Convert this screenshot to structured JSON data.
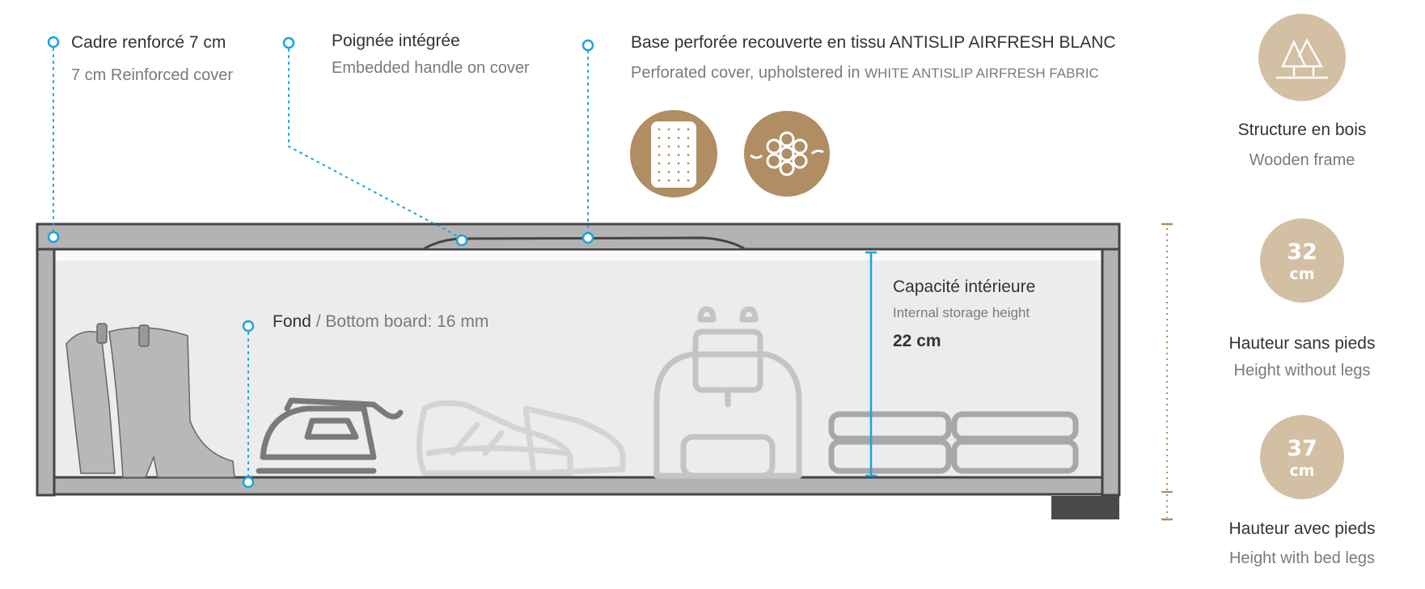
{
  "callouts": {
    "frame": {
      "fr": "Cadre renforcé 7 cm",
      "en": "7 cm Reinforced cover"
    },
    "handle": {
      "fr": "Poignée intégrée",
      "en": "Embedded handle on cover"
    },
    "base": {
      "fr": "Base perforée recouverte en tissu ANTISLIP AIRFRESH BLANC",
      "en": "Perforated cover, upholstered in ",
      "en_caps": "WHITE ANTISLIP AIRFRESH FABRIC"
    },
    "bottom": {
      "fr": "Fond",
      "sep": " / ",
      "en": "Bottom board: 16 mm"
    },
    "capacity": {
      "fr": "Capacité intérieure",
      "en": "Internal storage height",
      "value": "22 cm"
    }
  },
  "features": [
    {
      "icon": "trees-icon",
      "fr": "Structure en bois",
      "en": "Wooden frame"
    },
    {
      "value": "32",
      "unit": "cm",
      "fr": "Hauteur sans pieds",
      "en": "Height without legs"
    },
    {
      "value": "37",
      "unit": "cm",
      "fr": "Hauteur avec pieds",
      "en": "Height with bed legs"
    }
  ],
  "colors": {
    "accent": "#1aa3e0",
    "brown": "#b08d62",
    "tan": "#d3bfa3",
    "frame": "#b3b3b3"
  }
}
